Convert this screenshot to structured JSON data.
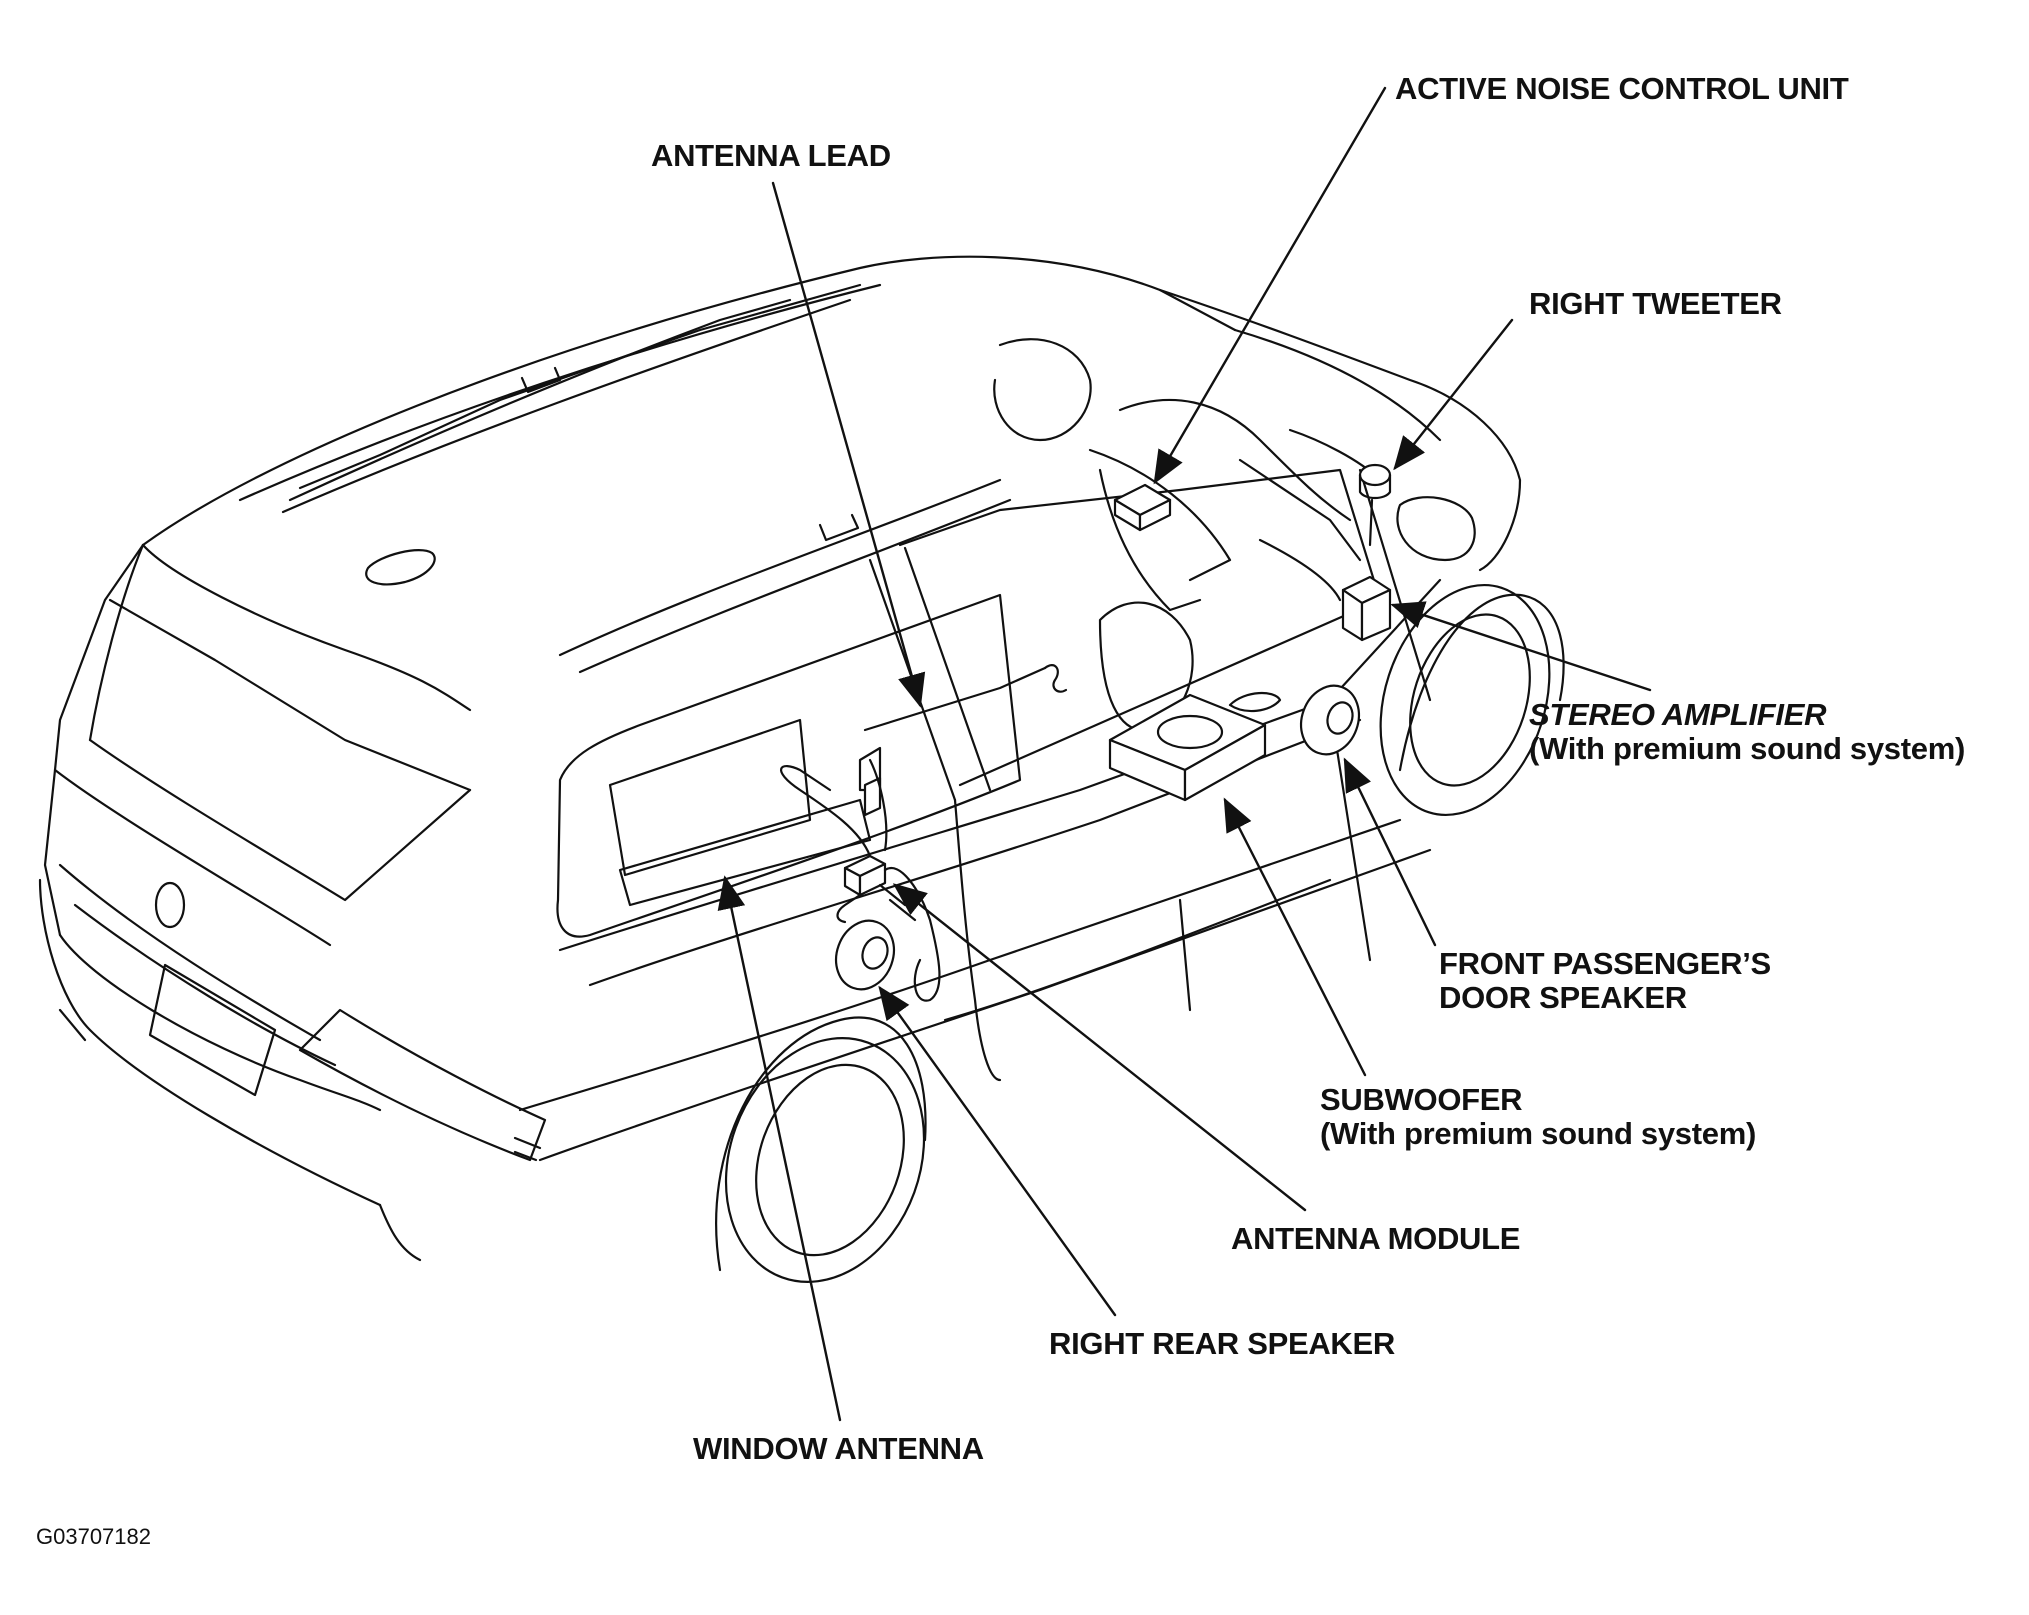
{
  "labels": {
    "active_noise_control_unit": "ACTIVE NOISE CONTROL UNIT",
    "antenna_lead": "ANTENNA LEAD",
    "right_tweeter": "RIGHT TWEETER",
    "stereo_amplifier": "STEREO AMPLIFIER",
    "stereo_amplifier_note": "(With premium sound system)",
    "front_passenger_door_speaker_line1": "FRONT PASSENGER’S",
    "front_passenger_door_speaker_line2": "DOOR SPEAKER",
    "subwoofer": "SUBWOOFER",
    "subwoofer_note": "(With premium sound system)",
    "antenna_module": "ANTENNA MODULE",
    "right_rear_speaker": "RIGHT REAR SPEAKER",
    "window_antenna": "WINDOW ANTENNA"
  },
  "figure_code": "G03707182",
  "colors": {
    "line": "#111111",
    "background": "#ffffff"
  }
}
